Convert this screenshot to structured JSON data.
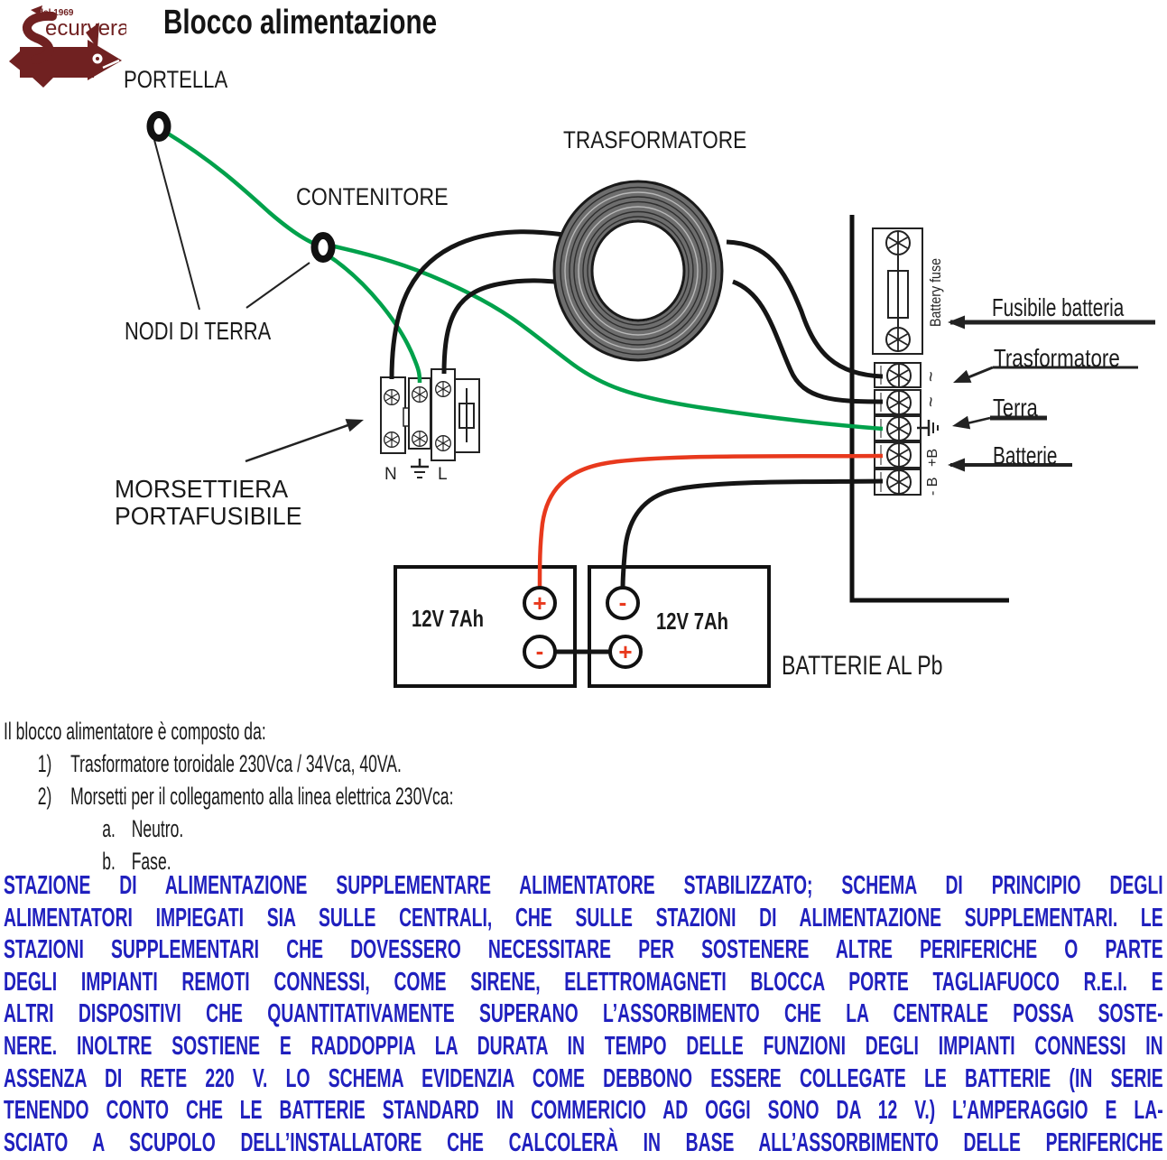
{
  "logo": {
    "brand": "ecurvera",
    "since": "dal 1969"
  },
  "title": "Blocco alimentazione",
  "diagram": {
    "labels": {
      "portella": "PORTELLA",
      "contenitore": "CONTENITORE",
      "trasformatore": "TRASFORMATORE",
      "nodi_di_terra": "NODI DI TERRA",
      "morsettiera_line1": "MORSETTIERA",
      "morsettiera_line2": "PORTAFUSIBILE"
    },
    "terminal_labels": {
      "battery_fuse": "Battery fuse",
      "ac1": "~",
      "ac2": "~",
      "plus_b": "+B",
      "minus_b": "- B",
      "n": "N",
      "l": "L"
    },
    "callouts": {
      "fusibile_batteria": "Fusibile batteria",
      "trasformatore": "Trasformatore",
      "terra": "Terra",
      "batterie": "Batterie"
    },
    "battery": {
      "b1": "12V  7Ah",
      "b2": "12V  7Ah",
      "b1_top": "+",
      "b1_bottom": "-",
      "b2_top": "-",
      "b2_bottom": "+",
      "caption": "BATTERIE AL Pb"
    }
  },
  "description": {
    "intro": "Il blocco alimentatore è composto da:",
    "item1_num": "1)",
    "item1": "Trasformatore toroidale 230Vca / 34Vca, 40VA.",
    "item2_num": "2)",
    "item2": "Morsetti per il collegamento alla linea elettrica 230Vca:",
    "item2a_num": "a.",
    "item2a": "Neutro.",
    "item2b_num": "b.",
    "item2b": "Fase."
  },
  "note": {
    "lines": [
      "STAZIONE DI ALIMENTAZIONE SUPPLEMENTARE ALIMENTATORE STABILIZZATO; SCHEMA DI PRINCIPIO DEGLI",
      "ALIMENTATORI IMPIEGATI SIA SULLE CENTRALI, CHE SULLE STAZIONI DI ALIMENTAZIONE SUPPLEMENTARI. LE",
      "STAZIONI SUPPLEMENTARI CHE DOVESSERO NECESSITARE PER SOSTENERE ALTRE PERIFERICHE O PARTE",
      "DEGLI IMPIANTI REMOTI CONNESSI, COME SIRENE, ELETTROMAGNETI BLOCCA PORTE TAGLIAFUOCO R.E.I. E",
      "ALTRI DISPOSITIVI CHE QUANTITATIVAMENTE SUPERANO L’ASSORBIMENTO CHE LA CENTRALE POSSA SOSTE-",
      "NERE. INOLTRE SOSTIENE E RADDOPPIA LA DURATA IN TEMPO DELLE FUNZIONI DEGLI IMPIANTI CONNESSI IN",
      "ASSENZA DI RETE 220 V. LO SCHEMA EVIDENZIA COME DEBBONO ESSERE COLLEGATE LE BATTERIE (IN SERIE",
      "TENENDO CONTO CHE LE BATTERIE STANDARD IN COMMERICIO AD OGGI SONO DA 12 V.) L’AMPERAGGIO E LA-",
      "SCIATO A SCUPOLO DELL’INSTALLATORE CHE CALCOLERÀ IN BASE ALL’ASSORBIMENTO DELLE PERIFERICHE"
    ]
  },
  "colors": {
    "wire_green": "#00A14B",
    "wire_red": "#E8391D",
    "note_blue": "#2020BE",
    "logo_maroon": "#702121"
  }
}
